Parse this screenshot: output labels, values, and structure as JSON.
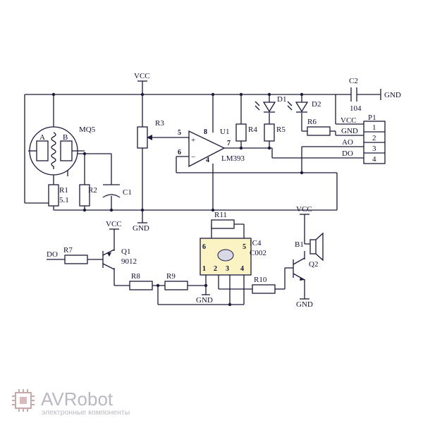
{
  "labels": {
    "vcc": "VCC",
    "gnd": "GND",
    "sensor": "MQ5",
    "pin_a": "A",
    "pin_b": "B",
    "r1": "R1",
    "r1_value": "5.1",
    "r2": "R2",
    "r3": "R3",
    "r4": "R4",
    "r5": "R5",
    "r6": "R6",
    "r7": "R7",
    "r8": "R8",
    "r9": "R9",
    "r10": "R10",
    "r11": "R11",
    "c1": "C1",
    "c2": "C2",
    "c2_value": "104",
    "d1": "D1",
    "d2": "D2",
    "u1": "U1",
    "comparator": "LM393",
    "p1": "P1",
    "q1": "Q1",
    "q1_type": "9012",
    "q2": "Q2",
    "b1": "B1",
    "ic4": "IC4",
    "ic4_type": "C002",
    "do_input": "DO",
    "plus": "+",
    "minus": "−",
    "pin5": "5",
    "pin6": "6",
    "pin7": "7",
    "pin8": "8",
    "pin4": "4",
    "ic_pin1": "1",
    "ic_pin2": "2",
    "ic_pin3": "3",
    "ic_pin4": "4",
    "ic_pin5": "5",
    "ic_pin6": "6"
  },
  "connector": {
    "rows": [
      {
        "name": "VCC",
        "pin": "1"
      },
      {
        "name": "GND",
        "pin": "2"
      },
      {
        "name": "AO",
        "pin": "3"
      },
      {
        "name": "DO",
        "pin": "4"
      }
    ]
  },
  "watermark": {
    "brand": "AVRobot",
    "tagline": "электронные компоненты",
    "brand_color": "#b9b9c4"
  }
}
